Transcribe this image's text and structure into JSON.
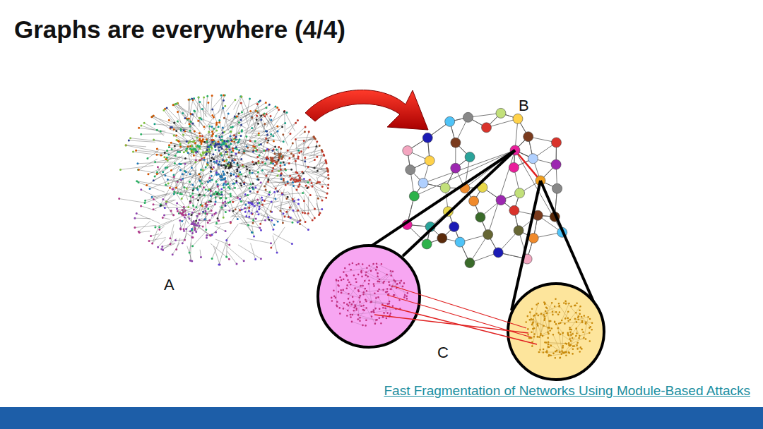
{
  "diagram": {
    "title": "Graphs are everywhere (4/4)",
    "caption": "Fast Fragmentation of Networks Using Module-Based Attacks",
    "labels": [
      "A",
      "B",
      "C"
    ]
  }
}
